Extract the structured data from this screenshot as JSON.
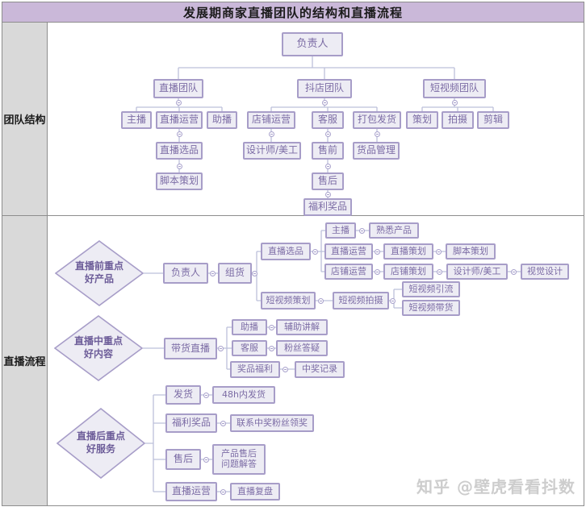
{
  "header": {
    "title": "发展期商家直播团队的结构和直播流程"
  },
  "sidebar": {
    "team": "团队结构",
    "flow": "直播流程"
  },
  "colors": {
    "header_bg": "#cab8d9",
    "sidebar_bg": "#d9d9d9",
    "node_fill": "#edecf4",
    "node_border": "#a79dc8",
    "node_text": "#7c6ca5",
    "connector": "#bcc0da",
    "watermark": "#cdcdcd"
  },
  "org": {
    "root": {
      "label": "负责人",
      "children": [
        {
          "label": "直播团队",
          "children": [
            {
              "label": "主播"
            },
            {
              "label": "直播运营",
              "children": [
                {
                  "label": "直播选品",
                  "children": [
                    {
                      "label": "脚本策划"
                    }
                  ]
                }
              ]
            },
            {
              "label": "助播"
            }
          ]
        },
        {
          "label": "抖店团队",
          "children": [
            {
              "label": "店铺运营",
              "children": [
                {
                  "label": "设计师/美工"
                }
              ]
            },
            {
              "label": "客服",
              "children": [
                {
                  "label": "售前",
                  "children": [
                    {
                      "label": "售后",
                      "children": [
                        {
                          "label": "福利奖品"
                        }
                      ]
                    }
                  ]
                }
              ]
            },
            {
              "label": "打包发货",
              "children": [
                {
                  "label": "货品管理"
                }
              ]
            }
          ]
        },
        {
          "label": "短视频团队",
          "children": [
            {
              "label": "策划"
            },
            {
              "label": "拍摄"
            },
            {
              "label": "剪辑"
            }
          ]
        }
      ]
    }
  },
  "flow": {
    "phases": [
      {
        "diamond": [
          "直播前重点",
          "好产品"
        ],
        "root": {
          "label": "负责人",
          "children": [
            {
              "label": "组货",
              "children": [
                {
                  "label": "直播选品",
                  "children": [
                    {
                      "label": "主播",
                      "children": [
                        {
                          "label": "熟悉产品"
                        }
                      ]
                    },
                    {
                      "label": "直播运营",
                      "children": [
                        {
                          "label": "直播策划",
                          "children": [
                            {
                              "label": "脚本策划"
                            }
                          ]
                        }
                      ]
                    },
                    {
                      "label": "店铺运营",
                      "children": [
                        {
                          "label": "店铺策划",
                          "children": [
                            {
                              "label": "设计师/美工",
                              "children": [
                                {
                                  "label": "视觉设计"
                                }
                              ]
                            }
                          ]
                        }
                      ]
                    }
                  ]
                },
                {
                  "label": "短视频策划",
                  "children": [
                    {
                      "label": "短视频拍摄",
                      "children": [
                        {
                          "label": "短视频引流"
                        },
                        {
                          "label": "短视频带货"
                        }
                      ]
                    }
                  ]
                }
              ]
            }
          ]
        }
      },
      {
        "diamond": [
          "直播中重点",
          "好内容"
        ],
        "root": {
          "label": "带货直播",
          "children": [
            {
              "label": "助播",
              "children": [
                {
                  "label": "辅助讲解"
                }
              ]
            },
            {
              "label": "客服",
              "children": [
                {
                  "label": "粉丝答疑"
                }
              ]
            },
            {
              "label": "奖品福利",
              "children": [
                {
                  "label": "中奖记录"
                }
              ]
            }
          ]
        }
      },
      {
        "diamond": [
          "直播后重点",
          "好服务"
        ],
        "branches": [
          {
            "label": "发货",
            "children": [
              {
                "label": "48h内发货"
              }
            ]
          },
          {
            "label": "福利奖品",
            "children": [
              {
                "label": "联系中奖粉丝领奖"
              }
            ]
          },
          {
            "label": "售后",
            "children": [
              {
                "lines": [
                  "产品售后",
                  "问题解答"
                ]
              }
            ]
          },
          {
            "label": "直播运营",
            "children": [
              {
                "label": "直播复盘"
              }
            ]
          }
        ]
      }
    ]
  },
  "watermark": {
    "text": "知乎 @壁虎看看抖数"
  }
}
